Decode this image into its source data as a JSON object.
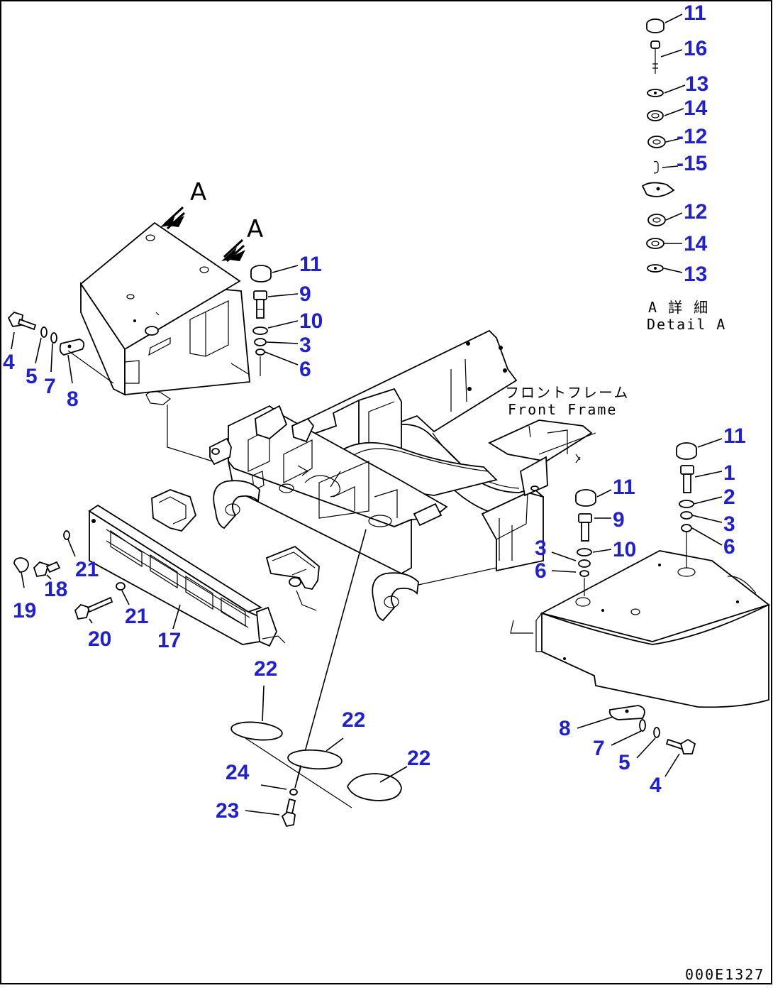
{
  "diagram": {
    "view_label_left": "A",
    "view_label_right": "A",
    "detail": {
      "title_jp": "A 詳 細",
      "title_en": "Detail A"
    },
    "frame_label": {
      "jp": "フロントフレーム",
      "en": "Front Frame"
    },
    "drawing_code": "000E1327",
    "callouts": {
      "d11": "11",
      "d16": "16",
      "d13a": "13",
      "d14a": "14",
      "d12a": "-12",
      "d15": "-15",
      "d12b": "12",
      "d14b": "14",
      "d13b": "13",
      "l11": "11",
      "l9": "9",
      "l10": "10",
      "l3": "3",
      "l6": "6",
      "l4": "4",
      "l5": "5",
      "l7": "7",
      "l8": "8",
      "r11a": "11",
      "r1": "1",
      "r2": "2",
      "r3a": "3",
      "r6a": "6",
      "r11b": "11",
      "r9": "9",
      "r10": "10",
      "r3b": "3",
      "r6b": "6",
      "b21a": "21",
      "b18": "18",
      "b19": "19",
      "b21b": "21",
      "b20": "20",
      "b17": "17",
      "b22a": "22",
      "b22b": "22",
      "b22c": "22",
      "b24": "24",
      "b23": "23",
      "r8": "8",
      "r7": "7",
      "r5": "5",
      "r4": "4"
    }
  }
}
